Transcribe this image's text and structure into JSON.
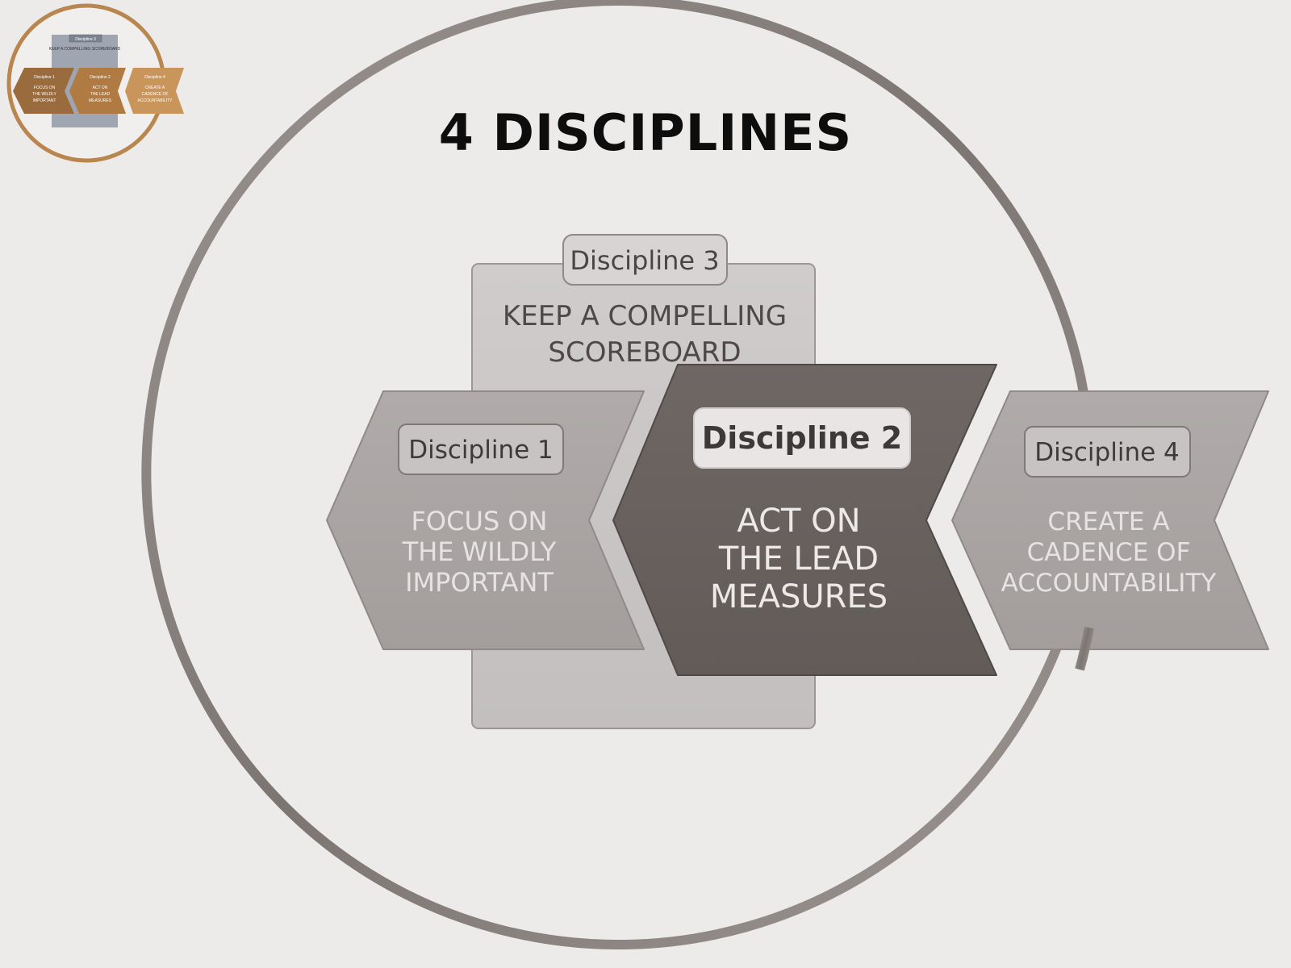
{
  "title": "4 DISCIPLINES",
  "thumbnail": {
    "d3_tag": "Discipline 3",
    "d3_text": "KEEP A COMPELLING SCOREBOARD",
    "d1_tag": "Discipline 1",
    "d1_text": [
      "FOCUS ON",
      "THE WILDLY",
      "IMPORTANT"
    ],
    "d2_tag": "Discipline 2",
    "d2_text": [
      "ACT ON",
      "THE LEAD",
      "MEASURES"
    ],
    "d4_tag": "Discipline 4",
    "d4_text": [
      "CREATE A",
      "CADENCE OF",
      "ACCOUNTABILITY"
    ]
  },
  "disciplines": {
    "d3": {
      "tag": "Discipline 3",
      "line1": "KEEP A COMPELLING",
      "line2": "SCOREBOARD"
    },
    "d1": {
      "tag": "Discipline 1",
      "line1": "FOCUS ON",
      "line2": "THE WILDLY",
      "line3": "IMPORTANT"
    },
    "d2": {
      "tag": "Discipline 2",
      "line1": "ACT ON",
      "line2": "THE LEAD",
      "line3": "MEASURES"
    },
    "d4": {
      "tag": "Discipline 4",
      "line1": "CREATE A",
      "line2": "CADENCE OF",
      "line3": "ACCOUNTABILITY"
    }
  },
  "colors": {
    "background": "#ecebea",
    "ring": "#8a8380",
    "d3_panel": "#c9c6c5",
    "d1_panel": "#a8a3a1",
    "d2_panel": "#6b6461",
    "d4_panel": "#a8a3a1",
    "thumb_accent": "#b8864e"
  }
}
